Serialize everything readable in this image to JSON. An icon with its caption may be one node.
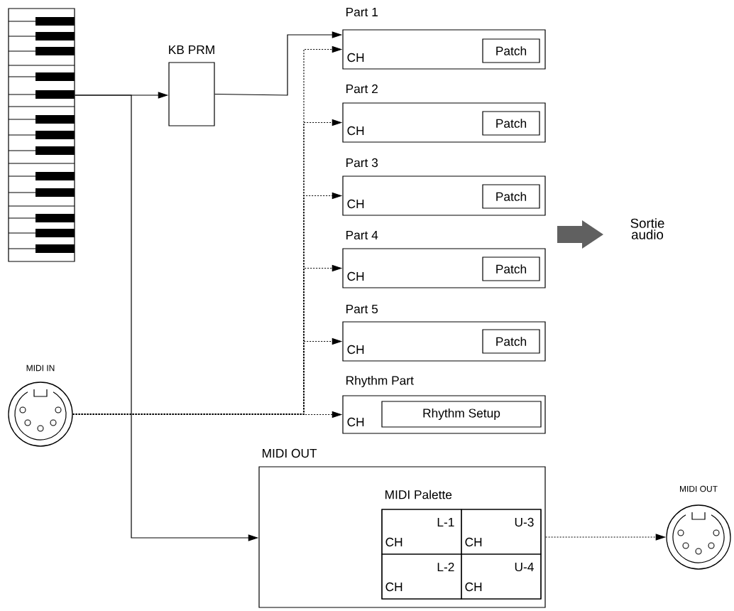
{
  "diagram": {
    "nodes": [
      {
        "text": [],
        "shape": "picture"
      },
      {
        "text": [
          "KB PRM"
        ]
      },
      {
        "text": [
          "Part 1",
          "CH"
        ]
      },
      {
        "text": [
          "Patch"
        ],
        "in": 2
      },
      {
        "text": [
          "Part 2",
          "CH"
        ]
      },
      {
        "text": [
          "Patch"
        ],
        "in": 4
      },
      {
        "text": [
          "Part 3",
          "CH"
        ]
      },
      {
        "text": [
          "Patch"
        ],
        "in": 6
      },
      {
        "text": [
          "Part 4",
          "CH"
        ]
      },
      {
        "text": [
          "Patch"
        ],
        "in": 8
      },
      {
        "text": [
          "Part 5",
          "CH"
        ]
      },
      {
        "text": [
          "Patch"
        ],
        "in": 10
      },
      {
        "text": [
          "Rhythm Part",
          "CH"
        ]
      },
      {
        "text": [
          "Rhythm Setup"
        ],
        "in": 12
      },
      {
        "text": [
          "MIDI IN"
        ]
      },
      {
        "text": [
          "MIDI OUT"
        ]
      },
      {
        "text": [
          "MIDI Palette"
        ],
        "in": 15
      },
      {
        "text": [
          "L-1",
          "CH"
        ],
        "in": 16
      },
      {
        "text": [
          "U-3",
          "CH"
        ],
        "in": 16
      },
      {
        "text": [
          "L-2",
          "CH"
        ],
        "in": 16
      },
      {
        "text": [
          "U-4",
          "CH"
        ],
        "in": 16
      },
      {
        "text": [
          "MIDI OUT"
        ]
      }
    ],
    "edges": [
      {
        "from": 0,
        "to": 1,
        "arrow": "to"
      },
      {
        "from": 1,
        "to": 2,
        "arrow": "to"
      },
      {
        "from": 0,
        "to": 15,
        "arrow": "to"
      },
      {
        "from": 14,
        "to": 2,
        "arrow": "to",
        "style": "dashed"
      },
      {
        "from": 14,
        "to": 4,
        "arrow": "to",
        "style": "dashed"
      },
      {
        "from": 14,
        "to": 6,
        "arrow": "to",
        "style": "dashed"
      },
      {
        "from": 14,
        "to": 8,
        "arrow": "to",
        "style": "dashed"
      },
      {
        "from": 14,
        "to": 10,
        "arrow": "to",
        "style": "dashed"
      },
      {
        "from": 14,
        "to": 12,
        "arrow": "to",
        "style": "dashed"
      },
      {
        "from": 15,
        "to": 21,
        "arrow": "to",
        "style": "dashed"
      }
    ],
    "labels": [
      "Sortie audio"
    ]
  }
}
